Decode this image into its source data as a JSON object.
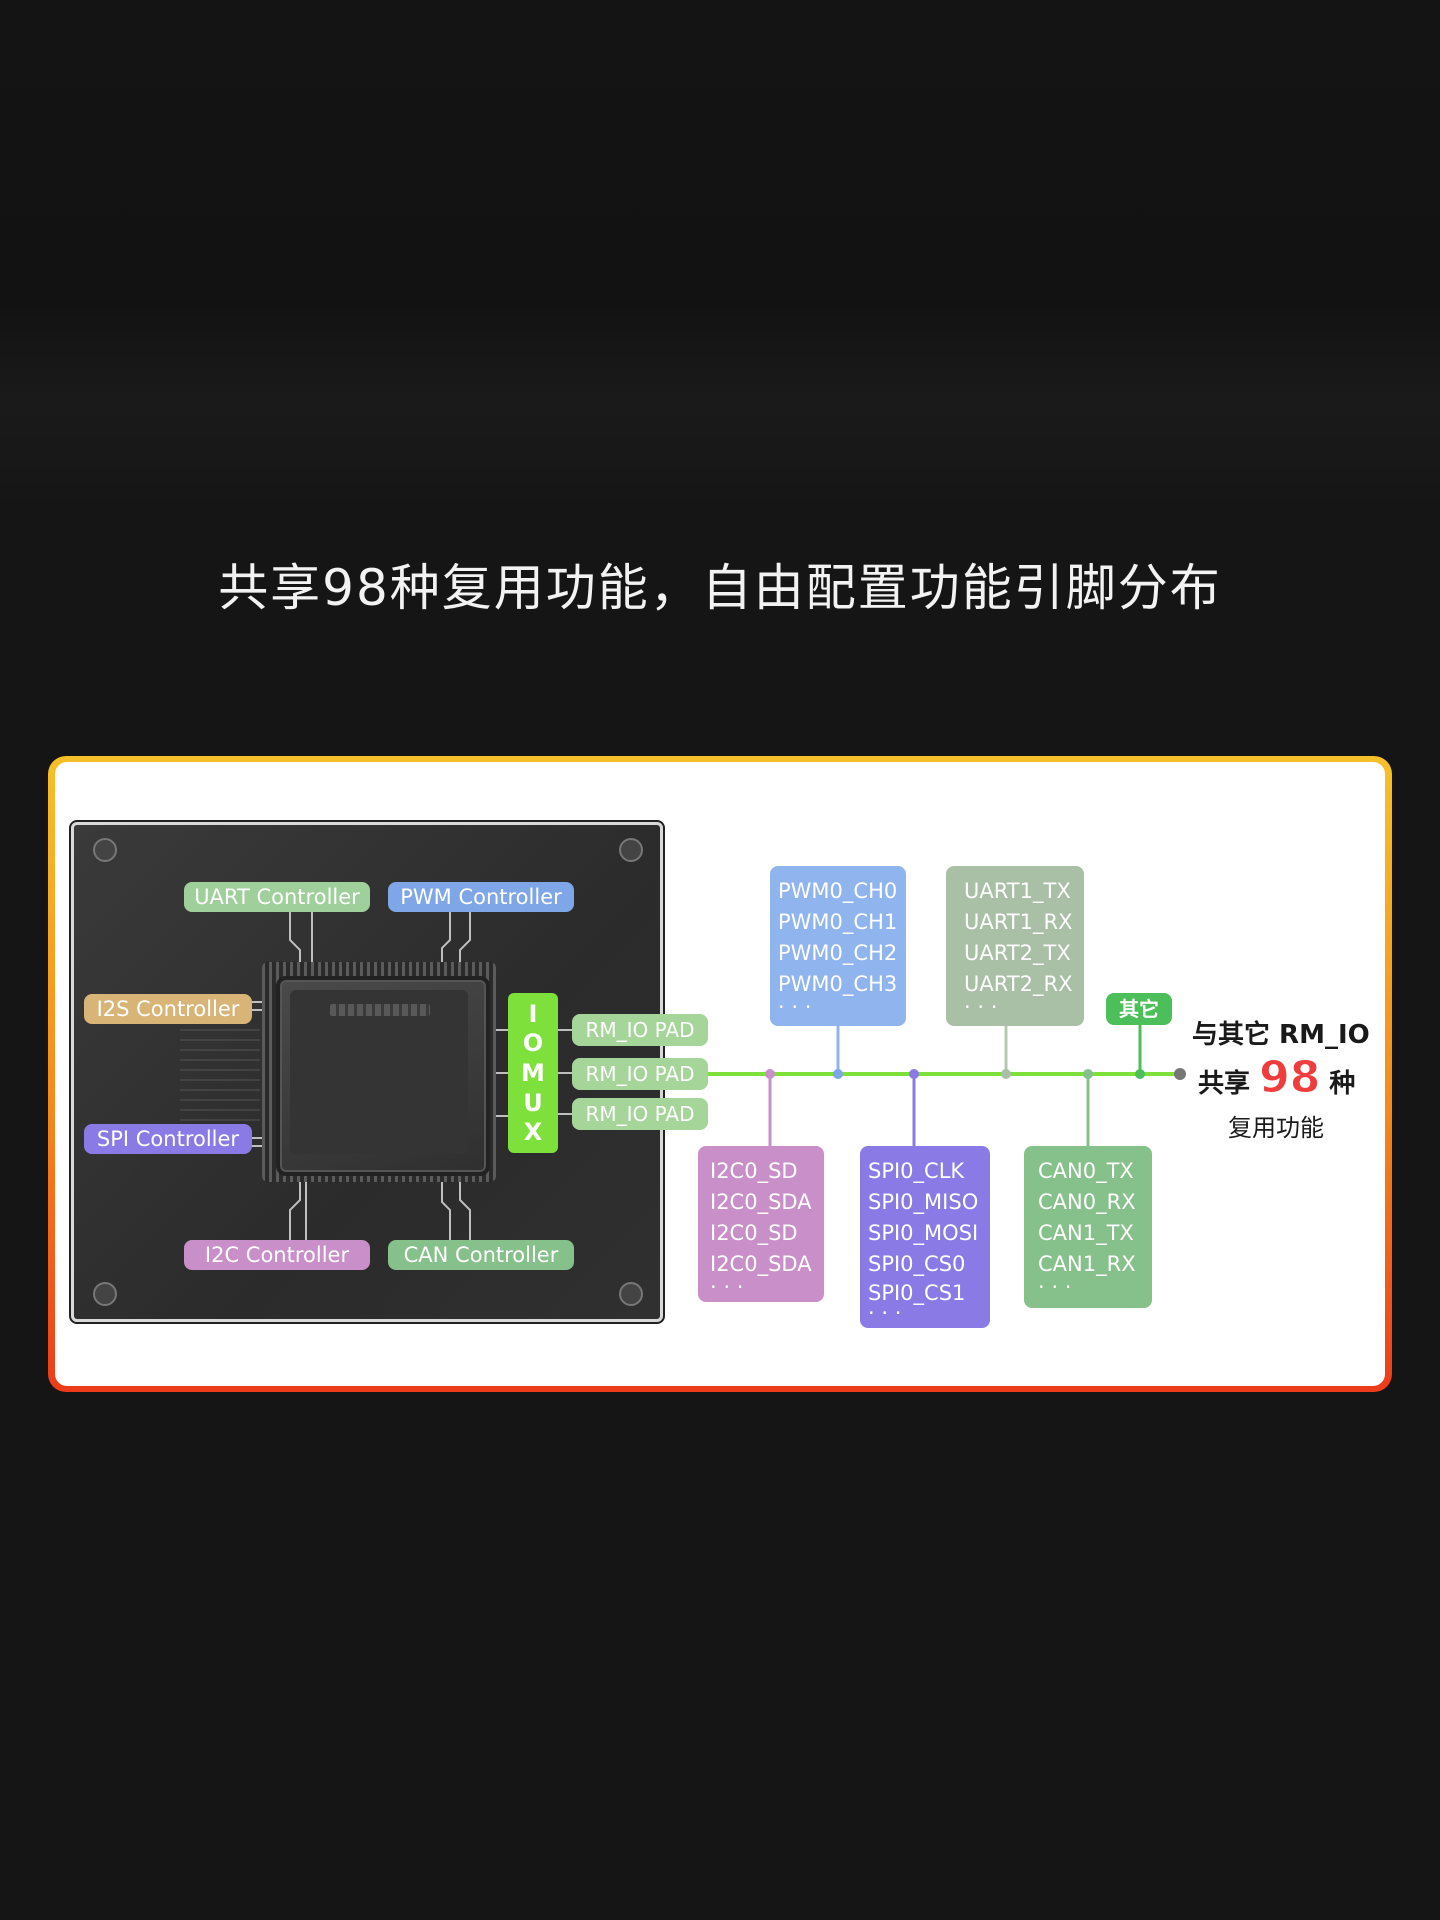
{
  "title": "共享98种复用功能，自由配置功能引脚分布",
  "controllers": {
    "uart": "UART Controller",
    "pwm": "PWM Controller",
    "i2s": "I2S Controller",
    "spi": "SPI Controller",
    "i2c": "I2C Controller",
    "can": "CAN Controller"
  },
  "iomux": [
    "I",
    "O",
    "M",
    "U",
    "X"
  ],
  "pads": [
    "RM_IO PAD",
    "RM_IO PAD",
    "RM_IO PAD"
  ],
  "groups": {
    "pwm": [
      "PWM0_CH0",
      "PWM0_CH1",
      "PWM0_CH2",
      "PWM0_CH3",
      "· · ·"
    ],
    "uart": [
      "UART1_TX",
      "UART1_RX",
      "UART2_TX",
      "UART2_RX",
      "· · ·"
    ],
    "i2c": [
      "I2C0_SD",
      "I2C0_SDA",
      "I2C0_SD",
      "I2C0_SDA",
      "· · ·"
    ],
    "spi": [
      "SPI0_CLK",
      "SPI0_MISO",
      "SPI0_MOSI",
      "SPI0_CS0",
      "SPI0_CS1",
      "· · ·"
    ],
    "can": [
      "CAN0_TX",
      "CAN0_RX",
      "CAN1_TX",
      "CAN1_RX",
      "· · ·"
    ]
  },
  "other_tag": "其它",
  "right_text": {
    "line1": "与其它 RM_IO",
    "line2_pre": "共享",
    "number": "98",
    "line2_post": "种",
    "line3": "复用功能"
  },
  "colors": {
    "uart_ctrl": "#9fcf9a",
    "pwm_ctrl": "#7fa6e6",
    "i2s_ctrl": "#d8b477",
    "spi_ctrl": "#8a7ae6",
    "i2c_ctrl": "#c98fc9",
    "can_ctrl": "#86c08a",
    "bus": "#7ee03a",
    "frame_top": "#f6c02a",
    "frame_bottom": "#ec3b1a"
  }
}
